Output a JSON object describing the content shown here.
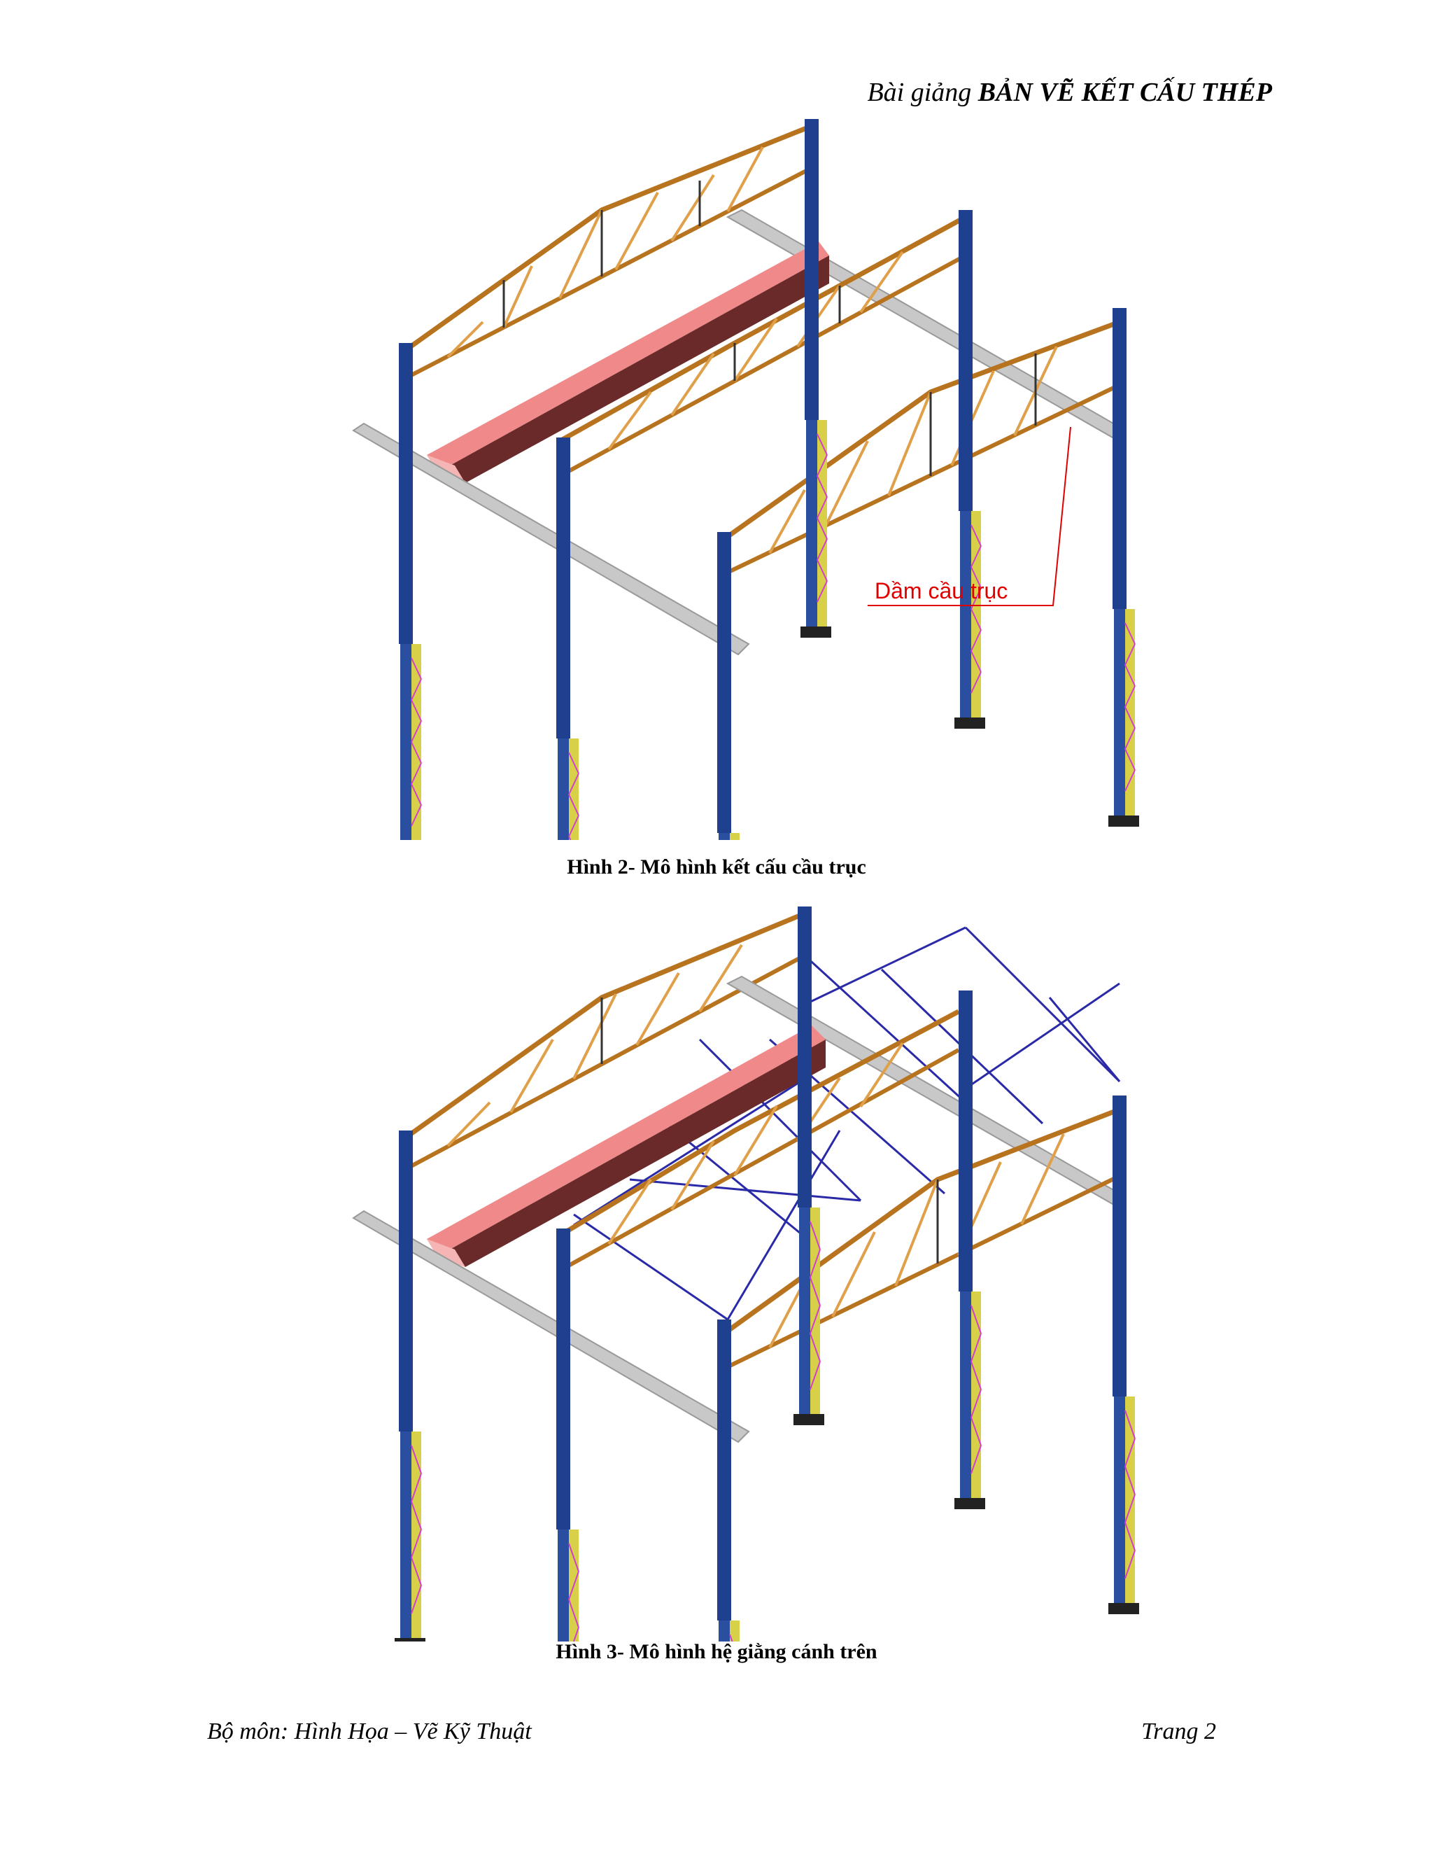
{
  "header": {
    "prefix": "Bài giảng",
    "title": "BẢN VẼ KẾT CẤU THÉP"
  },
  "figures": [
    {
      "caption": "Hình 2- Mô hình kết cấu cầu trục",
      "annotation": "Dầm cầu trục"
    },
    {
      "caption": "Hình 3- Mô hình hệ giằng cánh trên"
    }
  ],
  "footer": {
    "department": "Bộ môn: Hình Họa – Vẽ Kỹ Thuật",
    "page": "Trang 2"
  },
  "colors": {
    "column": "#1f3f8f",
    "truss": "#b8731f",
    "truss_diag": "#e0a04a",
    "crane_beam": "#f08a8a",
    "rail": "#c8c8c8",
    "bracing": "#2a2aa8",
    "lower_column": "#d9d04a",
    "annotation": "#e00000"
  }
}
